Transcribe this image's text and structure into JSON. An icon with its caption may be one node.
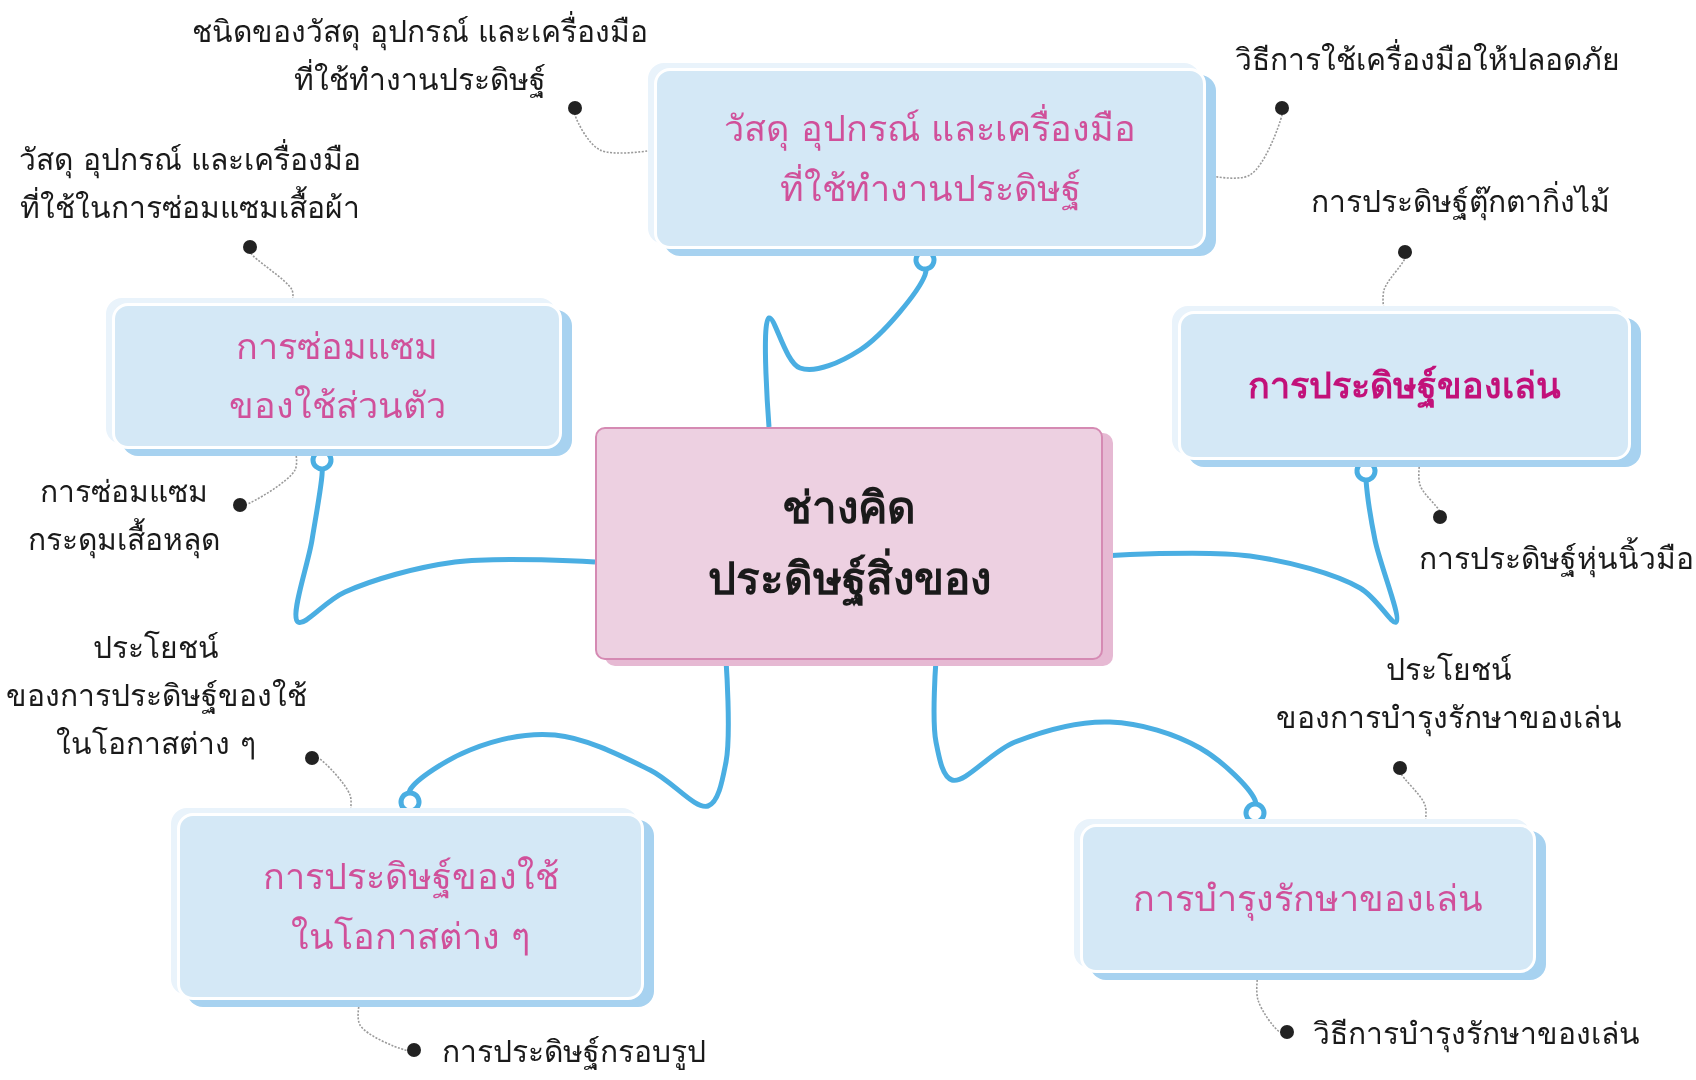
{
  "diagram": {
    "nodes": [
      {
        "text": [
          "ช่างคิด ประดิษฐ์สิ่งของ"
        ]
      },
      {
        "text": [
          "วัสดุ อุปกรณ์ และเครื่องมือ ที่ใช้ทำงานประดิษฐ์"
        ]
      },
      {
        "text": [
          "การซ่อมแซม ของใช้ส่วนตัว"
        ]
      },
      {
        "text": [
          "การประดิษฐ์ของเล่น"
        ]
      },
      {
        "text": [
          "การประดิษฐ์ของใช้ ในโอกาสต่าง ๆ"
        ]
      },
      {
        "text": [
          "การบำรุงรักษาของเล่น"
        ]
      },
      {
        "text": [
          "ชนิดของวัสดุ อุปกรณ์ และเครื่องมือ ที่ใช้ทำงานประดิษฐ์"
        ]
      },
      {
        "text": [
          "วิธีการใช้เครื่องมือให้ปลอดภัย"
        ]
      },
      {
        "text": [
          "วัสดุ อุปกรณ์ และเครื่องมือ ที่ใช้ในการซ่อมแซมเสื้อผ้า"
        ]
      },
      {
        "text": [
          "การซ่อมแซม กระดุมเสื้อหลุด"
        ]
      },
      {
        "text": [
          "การประดิษฐ์ตุ๊กตากิ่งไม้"
        ]
      },
      {
        "text": [
          "การประดิษฐ์หุ่นนิ้วมือ"
        ]
      },
      {
        "text": [
          "ประโยชน์ ของการประดิษฐ์ของใช้ ในโอกาสต่าง ๆ"
        ]
      },
      {
        "text": [
          "ประโยชน์ ของการบำรุงรักษาของเล่น"
        ]
      },
      {
        "text": [
          "การประดิษฐ์กรอบรูป"
        ]
      },
      {
        "text": [
          "วิธีการบำรุงรักษาของเล่น"
        ]
      }
    ],
    "edges": [
      {
        "from": 0,
        "to": 1,
        "arrow": "other",
        "style": "thick",
        "color": "#4aaee2"
      },
      {
        "from": 0,
        "to": 2,
        "arrow": "other",
        "style": "thick",
        "color": "#4aaee2"
      },
      {
        "from": 0,
        "to": 3,
        "arrow": "other",
        "style": "thick",
        "color": "#4aaee2"
      },
      {
        "from": 0,
        "to": 4,
        "arrow": "other",
        "style": "thick",
        "color": "#4aaee2"
      },
      {
        "from": 0,
        "to": 5,
        "arrow": "other",
        "style": "thick",
        "color": "#4aaee2"
      },
      {
        "from": 1,
        "to": 6,
        "arrow": "other",
        "style": "dashed"
      },
      {
        "from": 1,
        "to": 7,
        "arrow": "other",
        "style": "dashed"
      },
      {
        "from": 2,
        "to": 8,
        "arrow": "other",
        "style": "dashed"
      },
      {
        "from": 2,
        "to": 9,
        "arrow": "other",
        "style": "dashed"
      },
      {
        "from": 3,
        "to": 10,
        "arrow": "other",
        "style": "dashed"
      },
      {
        "from": 3,
        "to": 11,
        "arrow": "other",
        "style": "dashed"
      },
      {
        "from": 4,
        "to": 12,
        "arrow": "other",
        "style": "dashed"
      },
      {
        "from": 5,
        "to": 13,
        "arrow": "other",
        "style": "dashed"
      },
      {
        "from": 4,
        "to": 14,
        "arrow": "other",
        "style": "dashed"
      },
      {
        "from": 5,
        "to": 15,
        "arrow": "other",
        "style": "dashed"
      }
    ]
  }
}
